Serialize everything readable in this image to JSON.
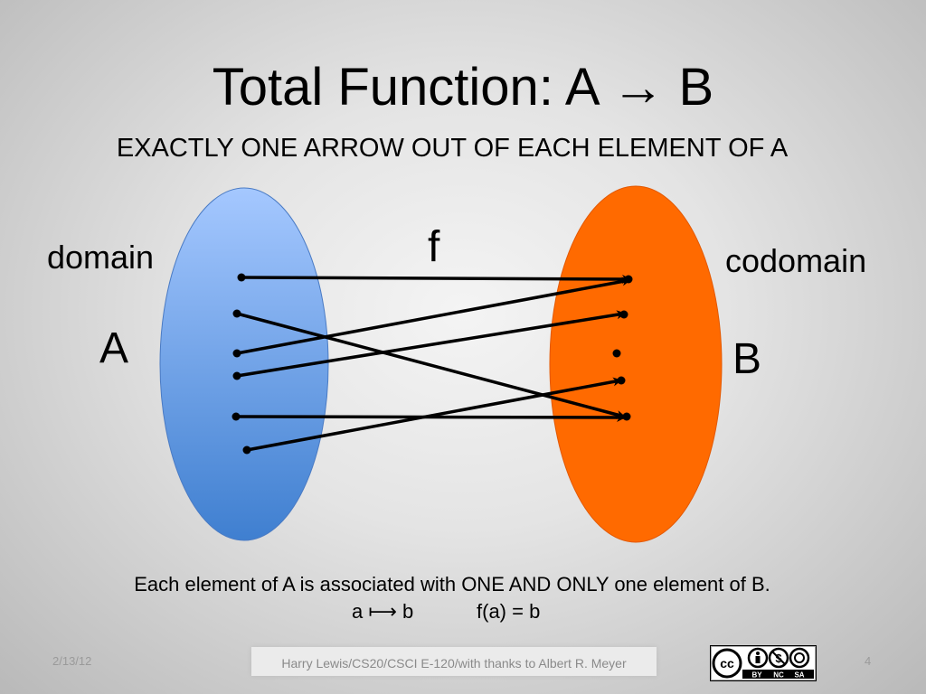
{
  "slide": {
    "title": "Total Function: A → B",
    "subtitle": "EXACTLY ONE ARROW OUT OF EACH ELEMENT OF A",
    "domain_label": "domain",
    "codomain_label": "codomain",
    "set_a": "A",
    "set_b": "B",
    "function_label": "f",
    "caption_line1": "Each element of A is associated with ONE AND ONLY one element of B.",
    "caption_mapsto": "a ⟼ b",
    "caption_eq": "f(a) = b"
  },
  "colors": {
    "domain_top": "#a5c8ff",
    "domain_bottom": "#3f7fd0",
    "codomain": "#ff6a00",
    "arrow": "#000000"
  },
  "footer": {
    "date": "2/13/12",
    "credit": "Harry Lewis/CS20/CSCI E-120/with thanks to Albert R. Meyer",
    "license_badge": {
      "cc": "cc",
      "by": "BY",
      "nc": "NC",
      "sa": "SA"
    },
    "page_number": "4"
  }
}
